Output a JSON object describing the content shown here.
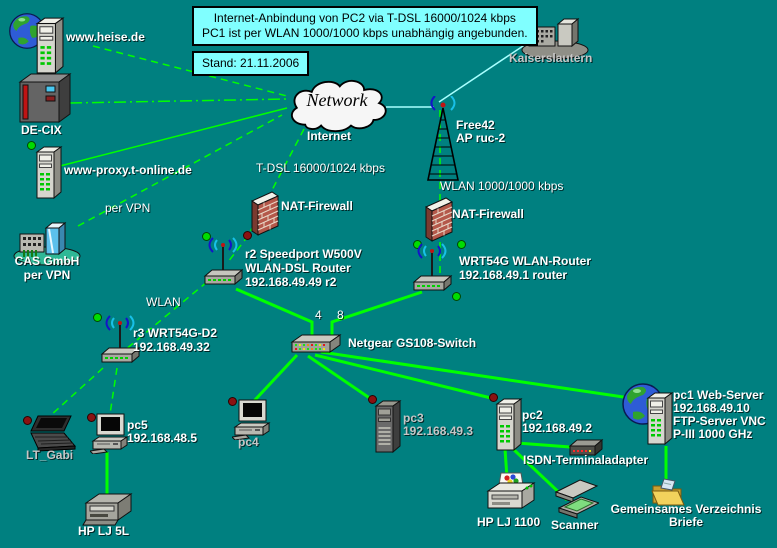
{
  "colors": {
    "background": "#008080",
    "line_green": "#00FF00",
    "line_cyan": "#A8FFFF",
    "note_bg": "#80FFFF",
    "label_default": "#FFFFFF",
    "label_muted": "#C6C6C6",
    "status_ok": "#00DC00",
    "status_down": "#8A1212"
  },
  "note": {
    "line1": "Internet-Anbindung von PC2 via T-DSL 16000/1024 kbps",
    "line2": "PC1 ist per WLAN 1000/1000 kbps unabhängig angebunden."
  },
  "date_box": "Stand: 21.11.2006",
  "internet": {
    "cloud_text": "Network",
    "label": "Internet"
  },
  "edge_labels": {
    "tdsl": "T-DSL 16000/1024 kbps",
    "wlan_fast": "WLAN 1000/1000 kbps",
    "wlan": "WLAN",
    "per_vpn": "per VPN",
    "port_4": "4",
    "port_8": "8"
  },
  "nodes": {
    "heise": {
      "label": "www.heise.de"
    },
    "decix": {
      "label": "DE-CIX"
    },
    "proxy": {
      "label": "www-proxy.t-online.de"
    },
    "cas": {
      "line1": "CAS GmbH",
      "line2": "per VPN"
    },
    "kaiserslautern": {
      "label": "Kaiserslautern"
    },
    "free42": {
      "line1": "Free42",
      "line2": "AP ruc-2"
    },
    "firewall_left": {
      "label": "NAT-Firewall"
    },
    "firewall_right": {
      "label": "NAT-Firewall"
    },
    "r2": {
      "line1": "r2 Speedport W500V",
      "line2": "WLAN-DSL Router",
      "line3": "192.168.49.49 r2"
    },
    "wrt54g": {
      "line1": "WRT54G WLAN-Router",
      "line2": "192.168.49.1 router"
    },
    "r3": {
      "line1": "r3 WRT54G-D2",
      "line2": "192.168.49.32"
    },
    "switch": {
      "label": "Netgear GS108-Switch"
    },
    "lt_gabi": {
      "label": "LT_Gabi"
    },
    "pc5": {
      "line1": "pc5",
      "line2": "192.168.48.5"
    },
    "hp_lj_5l": {
      "label": "HP LJ 5L"
    },
    "pc4": {
      "label": "pc4"
    },
    "pc3": {
      "line1": "pc3",
      "line2": "192.168.49.3"
    },
    "pc2": {
      "line1": "pc2",
      "line2": "192.168.49.2"
    },
    "pc1": {
      "line1": "pc1 Web-Server",
      "line2": "192.168.49.10",
      "line3": "FTP-Server VNC",
      "line4": "P-III 1000 GHz"
    },
    "isdn": {
      "label": "ISDN-Terminaladapter"
    },
    "hp_lj_1100": {
      "label": "HP LJ 1100"
    },
    "scanner": {
      "label": "Scanner"
    },
    "folder": {
      "line1": "Gemeinsames Verzeichnis",
      "line2": "Briefe"
    }
  }
}
